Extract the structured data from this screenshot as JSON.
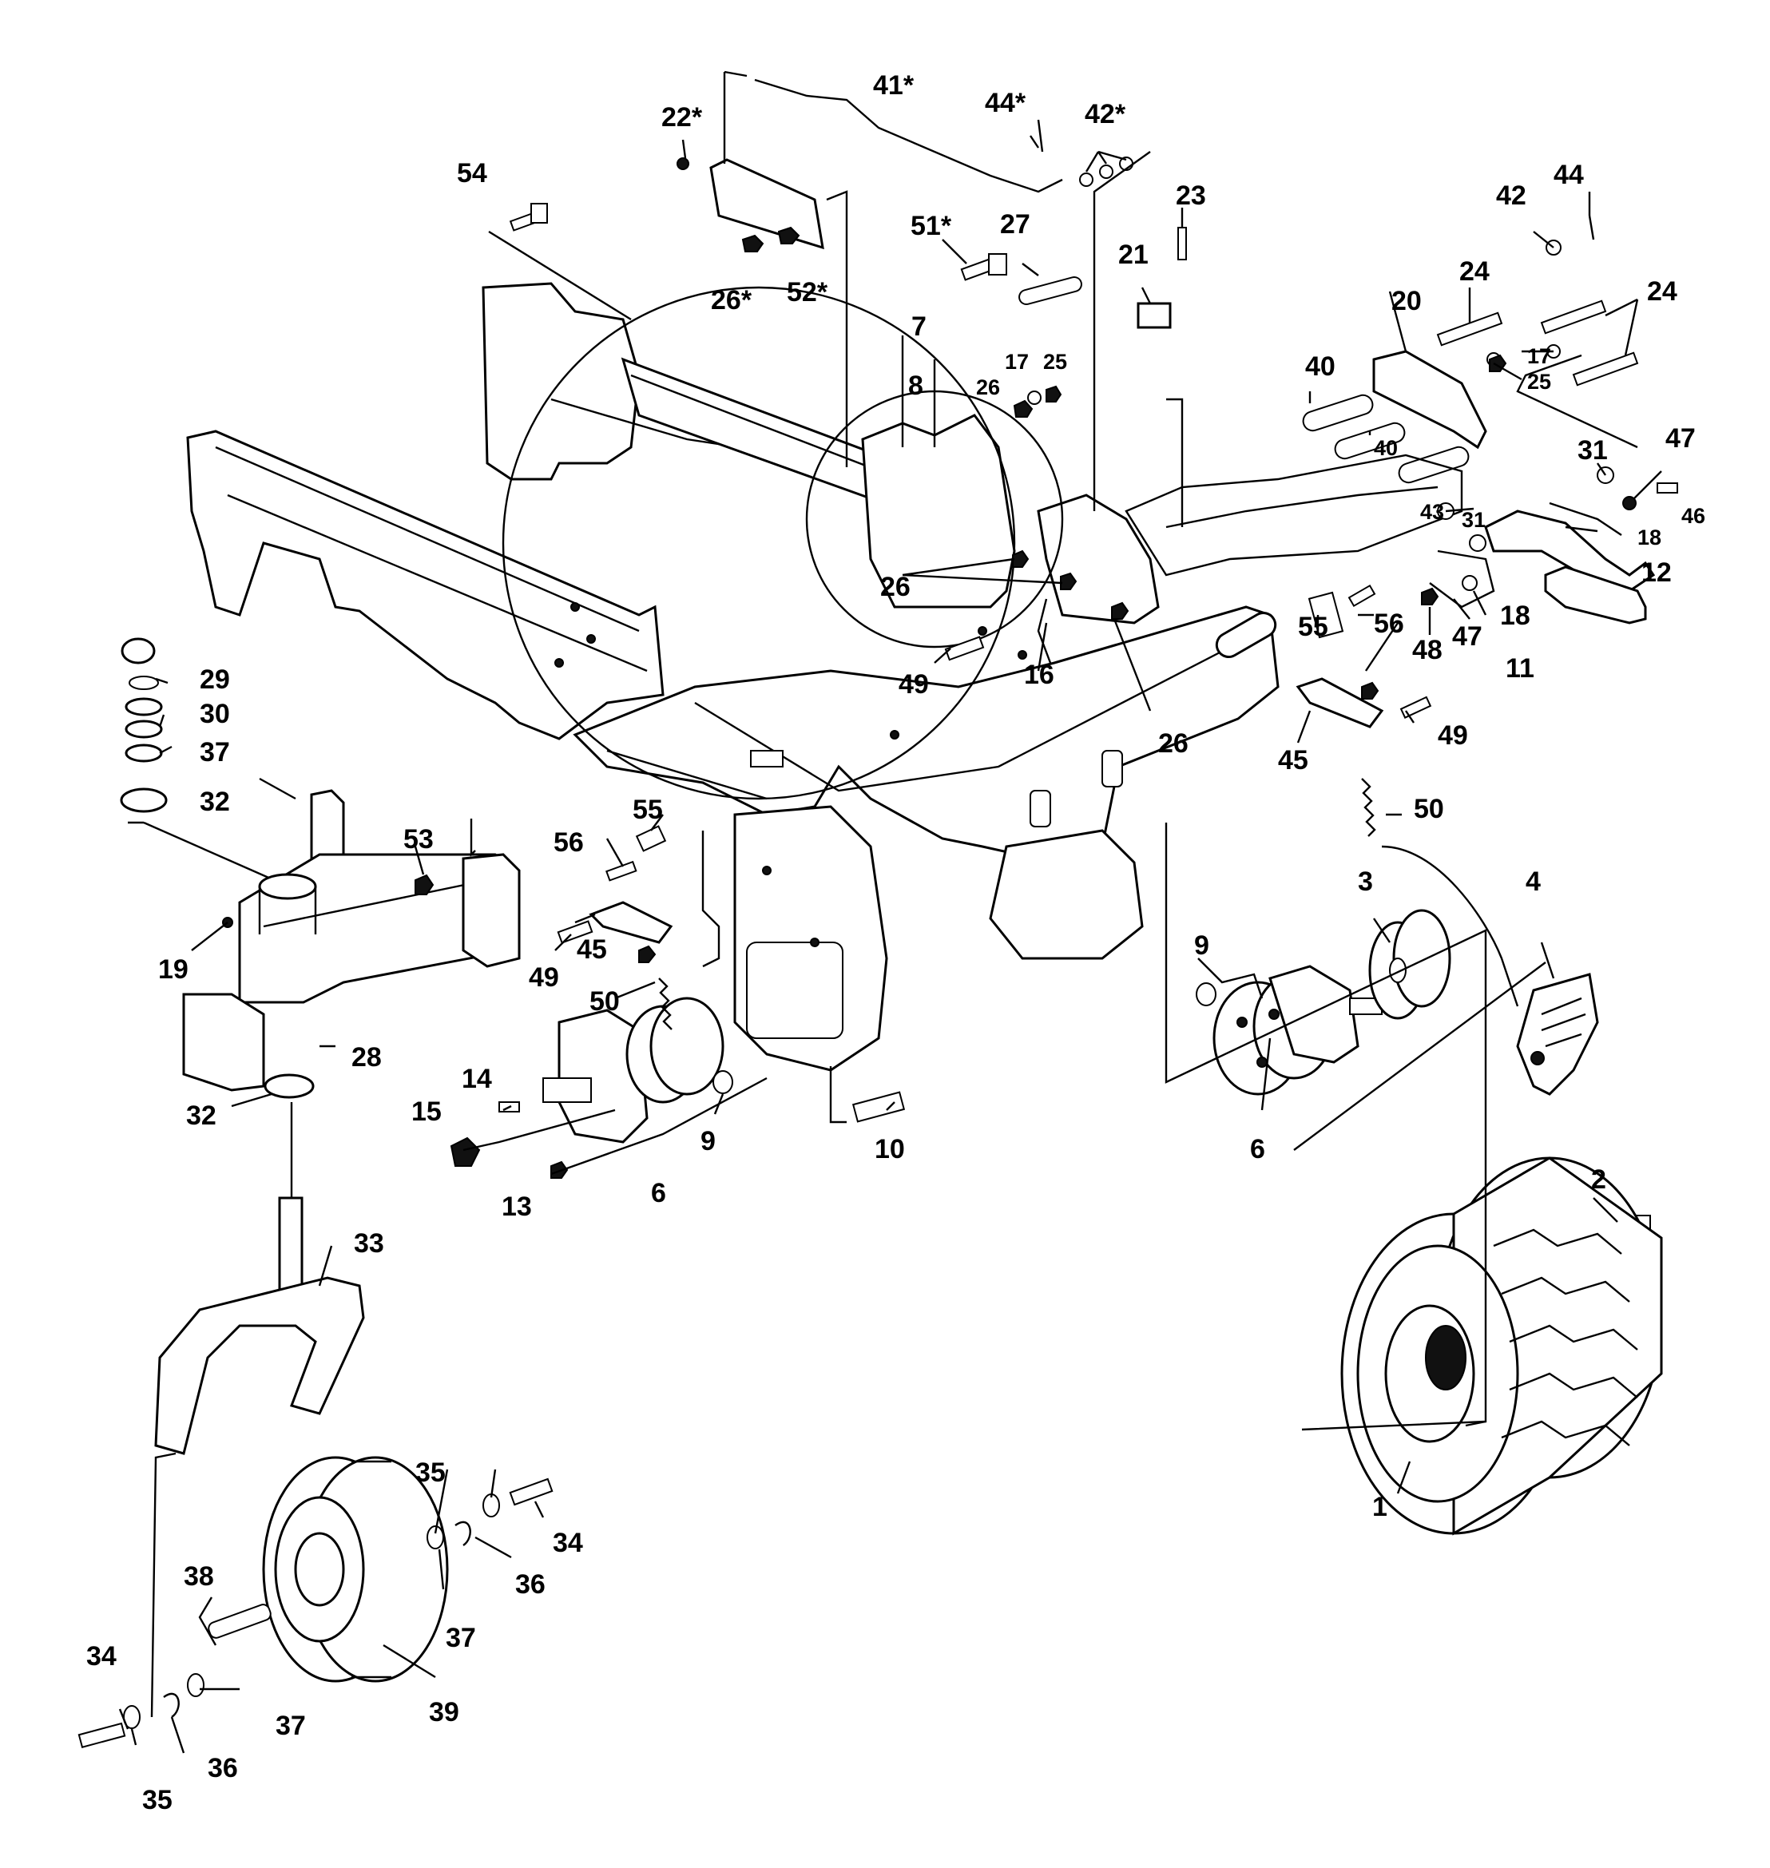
{
  "diagram": {
    "callouts": [
      {
        "id": "c41",
        "text": "41*"
      },
      {
        "id": "c44a",
        "text": "44*"
      },
      {
        "id": "c42a",
        "text": "42*"
      },
      {
        "id": "c22",
        "text": "22*"
      },
      {
        "id": "c54",
        "text": "54"
      },
      {
        "id": "c23",
        "text": "23"
      },
      {
        "id": "c51",
        "text": "51*"
      },
      {
        "id": "c27",
        "text": "27"
      },
      {
        "id": "c21",
        "text": "21"
      },
      {
        "id": "c44b",
        "text": "44"
      },
      {
        "id": "c42b",
        "text": "42"
      },
      {
        "id": "c26a",
        "text": "26*"
      },
      {
        "id": "c52",
        "text": "52*"
      },
      {
        "id": "c24a",
        "text": "24"
      },
      {
        "id": "c24b",
        "text": "24"
      },
      {
        "id": "c20",
        "text": "20"
      },
      {
        "id": "c7",
        "text": "7"
      },
      {
        "id": "c17a",
        "text": "17"
      },
      {
        "id": "c25a",
        "text": "25"
      },
      {
        "id": "c17b",
        "text": "17"
      },
      {
        "id": "c40a",
        "text": "40"
      },
      {
        "id": "c8",
        "text": "8"
      },
      {
        "id": "c26b",
        "text": "26"
      },
      {
        "id": "c25b",
        "text": "25"
      },
      {
        "id": "c40b",
        "text": "40"
      },
      {
        "id": "c31a",
        "text": "31"
      },
      {
        "id": "c47a",
        "text": "47"
      },
      {
        "id": "c43",
        "text": "43"
      },
      {
        "id": "c31b",
        "text": "31"
      },
      {
        "id": "c46",
        "text": "46"
      },
      {
        "id": "c18a",
        "text": "18"
      },
      {
        "id": "c26c",
        "text": "26"
      },
      {
        "id": "c12",
        "text": "12"
      },
      {
        "id": "c56a",
        "text": "56"
      },
      {
        "id": "c18b",
        "text": "18"
      },
      {
        "id": "c47b",
        "text": "47"
      },
      {
        "id": "c48",
        "text": "48"
      },
      {
        "id": "c55a",
        "text": "55"
      },
      {
        "id": "c29",
        "text": "29"
      },
      {
        "id": "c16",
        "text": "16"
      },
      {
        "id": "c11",
        "text": "11"
      },
      {
        "id": "c49a",
        "text": "49"
      },
      {
        "id": "c30",
        "text": "30"
      },
      {
        "id": "c26d",
        "text": "26"
      },
      {
        "id": "c49b",
        "text": "49"
      },
      {
        "id": "c37a",
        "text": "37"
      },
      {
        "id": "c45a",
        "text": "45"
      },
      {
        "id": "c32a",
        "text": "32"
      },
      {
        "id": "c50a",
        "text": "50"
      },
      {
        "id": "c55b",
        "text": "55"
      },
      {
        "id": "c53",
        "text": "53"
      },
      {
        "id": "c56b",
        "text": "56"
      },
      {
        "id": "c3",
        "text": "3"
      },
      {
        "id": "c4",
        "text": "4"
      },
      {
        "id": "c19",
        "text": "19"
      },
      {
        "id": "c45b",
        "text": "45"
      },
      {
        "id": "c49c",
        "text": "49"
      },
      {
        "id": "c9a",
        "text": "9"
      },
      {
        "id": "c50b",
        "text": "50"
      },
      {
        "id": "c28",
        "text": "28"
      },
      {
        "id": "c14",
        "text": "14"
      },
      {
        "id": "c15",
        "text": "15"
      },
      {
        "id": "c32b",
        "text": "32"
      },
      {
        "id": "c9b",
        "text": "9"
      },
      {
        "id": "c10",
        "text": "10"
      },
      {
        "id": "c6a",
        "text": "6"
      },
      {
        "id": "c6b",
        "text": "6"
      },
      {
        "id": "c13",
        "text": "13"
      },
      {
        "id": "c2",
        "text": "2"
      },
      {
        "id": "c33",
        "text": "33"
      },
      {
        "id": "c35a",
        "text": "35"
      },
      {
        "id": "c34a",
        "text": "34"
      },
      {
        "id": "c1",
        "text": "1"
      },
      {
        "id": "c36a",
        "text": "36"
      },
      {
        "id": "c38",
        "text": "38"
      },
      {
        "id": "c37b",
        "text": "37"
      },
      {
        "id": "c34b",
        "text": "34"
      },
      {
        "id": "c37c",
        "text": "37"
      },
      {
        "id": "c39",
        "text": "39"
      },
      {
        "id": "c36b",
        "text": "36"
      },
      {
        "id": "c35b",
        "text": "35"
      }
    ]
  }
}
